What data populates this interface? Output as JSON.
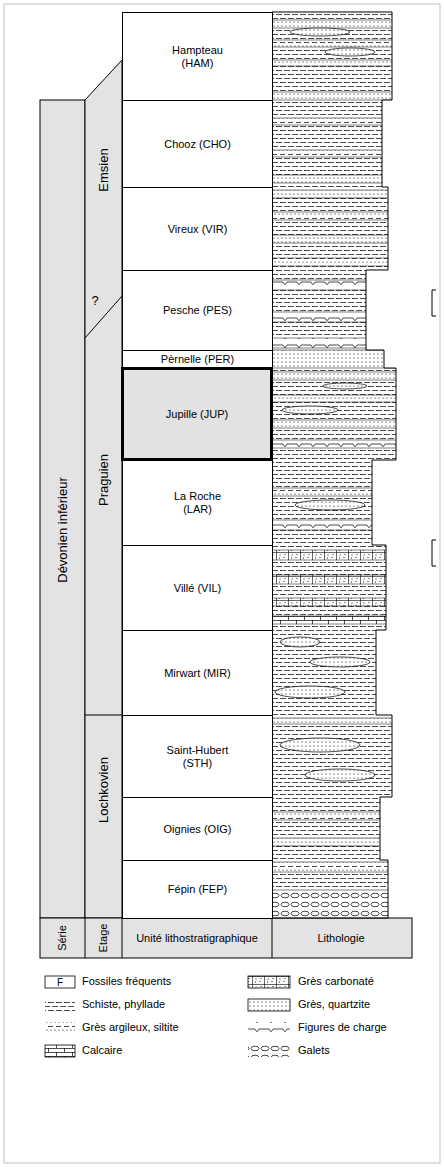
{
  "diagram": {
    "nodes": [
      {
        "text": [
          "Hampteau (HAM)"
        ]
      },
      {
        "text": [
          "Chooz (CHO)"
        ]
      },
      {
        "text": [
          "Vireux (VIR)"
        ]
      },
      {
        "text": [
          "Pesche (PES)"
        ]
      },
      {
        "text": [
          "Pèrnelle (PER)"
        ]
      },
      {
        "text": [
          "Jupille (JUP)"
        ]
      },
      {
        "text": [
          "La Roche (LAR)"
        ]
      },
      {
        "text": [
          "Villé (VIL)"
        ]
      },
      {
        "text": [
          "Mirwart (MIR)"
        ]
      },
      {
        "text": [
          "Saint-Hubert (STH)"
        ]
      },
      {
        "text": [
          "Oignies (OIG)"
        ]
      },
      {
        "text": [
          "Fépin (FEP)"
        ]
      }
    ],
    "labels": [
      "Dévonien inférieur",
      "Emsien",
      "?",
      "Praguien",
      "Lochkovien",
      "Série",
      "Etage",
      "Unité lithostratigraphique",
      "Lithologie",
      "F"
    ],
    "legend": [
      {
        "text": "Fossiles fréquents"
      },
      {
        "text": "Grès carbonaté"
      },
      {
        "text": "Schiste, phyllade"
      },
      {
        "text": "Grès, quartzite"
      },
      {
        "text": "Grès argileux, siltite"
      },
      {
        "text": "Figures de charge"
      },
      {
        "text": "Calcaire"
      },
      {
        "text": "Galets"
      }
    ]
  }
}
